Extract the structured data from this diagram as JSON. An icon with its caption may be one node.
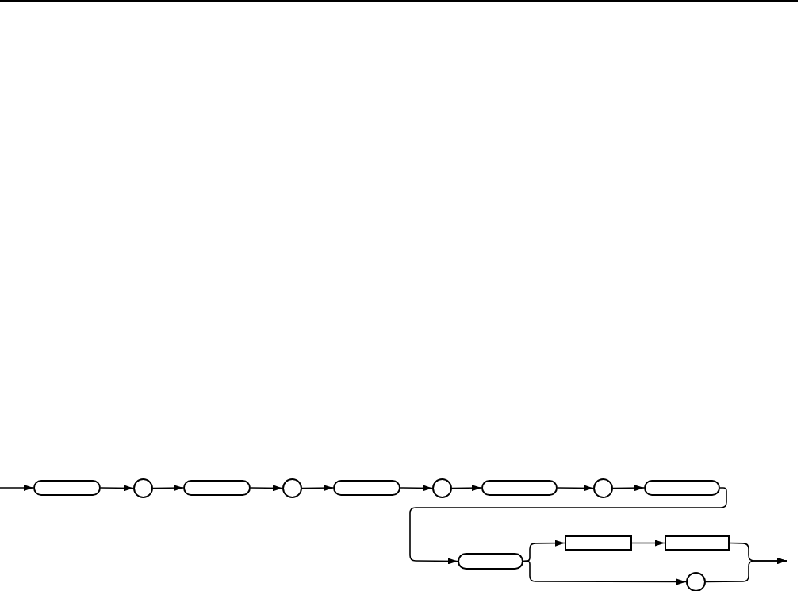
{
  "diagram": {
    "nodes": [
      {
        "text": [],
        "shape": "pill"
      },
      {
        "text": [],
        "shape": "circle"
      },
      {
        "text": [],
        "shape": "pill"
      },
      {
        "text": [],
        "shape": "circle"
      },
      {
        "text": [],
        "shape": "pill"
      },
      {
        "text": [],
        "shape": "circle"
      },
      {
        "text": [],
        "shape": "pill"
      },
      {
        "text": [],
        "shape": "circle"
      },
      {
        "text": [],
        "shape": "pill"
      },
      {
        "text": [],
        "shape": "pill"
      },
      {
        "text": [],
        "shape": "box"
      },
      {
        "text": [],
        "shape": "box"
      },
      {
        "text": [],
        "shape": "circle"
      }
    ],
    "edges": [
      {
        "from": null,
        "to": 0,
        "arrow": "to"
      },
      {
        "from": 0,
        "to": 1,
        "arrow": "to"
      },
      {
        "from": 1,
        "to": 2,
        "arrow": "to"
      },
      {
        "from": 2,
        "to": 3,
        "arrow": "to"
      },
      {
        "from": 3,
        "to": 4,
        "arrow": "to"
      },
      {
        "from": 4,
        "to": 5,
        "arrow": "to"
      },
      {
        "from": 5,
        "to": 6,
        "arrow": "to"
      },
      {
        "from": 6,
        "to": 7,
        "arrow": "to"
      },
      {
        "from": 7,
        "to": 8,
        "arrow": "to"
      },
      {
        "from": 8,
        "to": 9,
        "arrow": "to"
      },
      {
        "from": 9,
        "to": 10,
        "arrow": "to"
      },
      {
        "from": 10,
        "to": 11,
        "arrow": "to"
      },
      {
        "from": 9,
        "to": 12,
        "arrow": "to"
      },
      {
        "from": 11,
        "to": null,
        "arrow": "to"
      },
      {
        "from": 12,
        "to": null,
        "arrow": "to"
      }
    ]
  }
}
